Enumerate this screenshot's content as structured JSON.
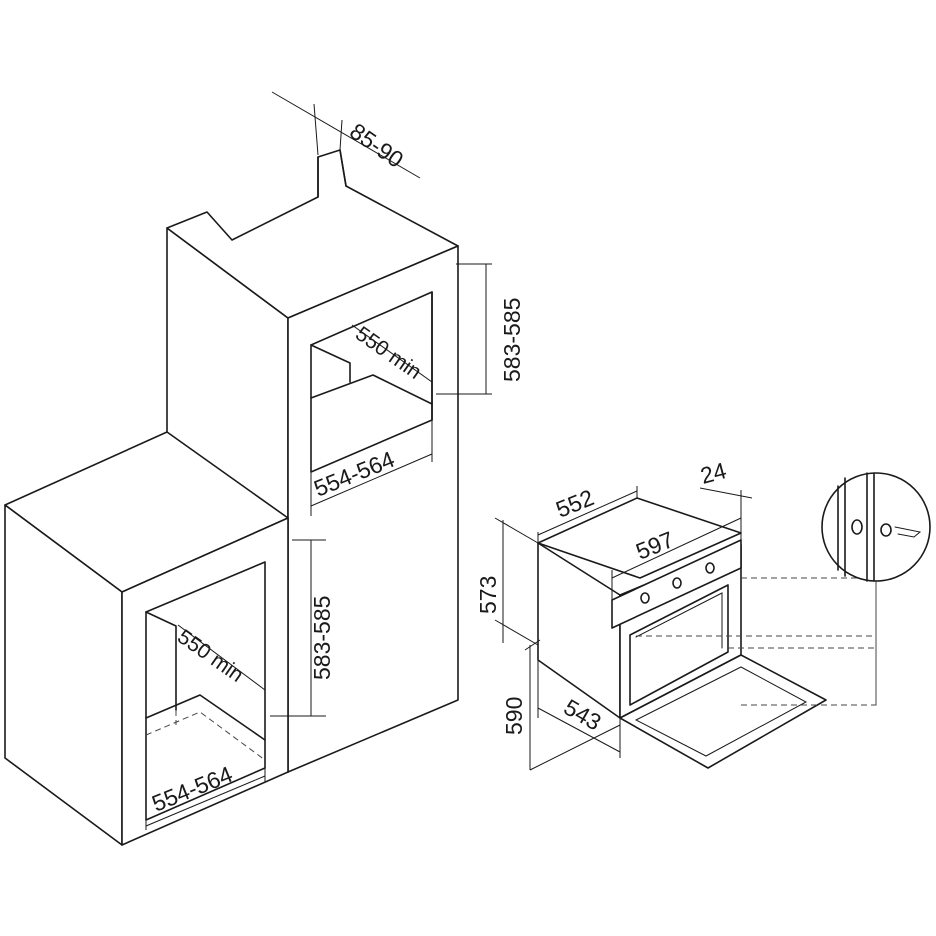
{
  "diagram": {
    "labels": {
      "top_gap": "85-90",
      "upper_height": "583-585",
      "upper_depth": "550 min",
      "upper_width": "554-564",
      "lower_height": "583-585",
      "lower_depth": "550 min",
      "lower_width": "554-564",
      "oven_depth_top": "552",
      "oven_front_width": "597",
      "oven_panel_depth": "24",
      "oven_height_body": "573",
      "oven_height_total": "590",
      "oven_width_bottom": "543"
    }
  }
}
